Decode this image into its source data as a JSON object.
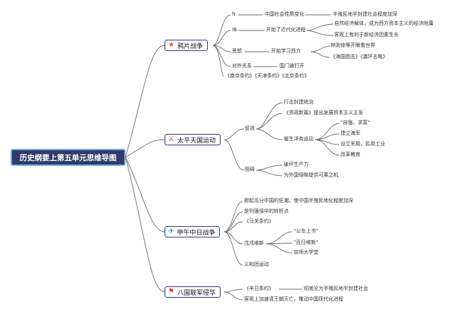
{
  "root": {
    "label": "历史纲要上第五单元思维导图"
  },
  "branches": [
    {
      "label": "鸦片战争",
      "icon": "star-icon",
      "icon_color": "#e8552f"
    },
    {
      "label": "太平天国运动",
      "icon": "crossed-swords-icon",
      "icon_color": "#c0392b"
    },
    {
      "label": "甲午中日战争",
      "icon": "paper-plane-icon",
      "icon_color": "#2e86c1"
    },
    {
      "label": "八国联军侵华",
      "icon": "flag-icon",
      "icon_color": "#e03b2e"
    }
  ],
  "opium": {
    "n1": "fr",
    "n1a": "中国社会性质变化",
    "n1b": "半殖民地半封建社会程度加深",
    "n2": "IB",
    "n2a": "开始了近代化进程",
    "n2b": "自然经济解体，成为西方资本主义的经济附庸",
    "n2c": "客观上有利于新经济因素生长",
    "n3": "思想",
    "n3a": "开始学习西方",
    "n3b": "林则徐等开眼看世界",
    "n3c": "《海国图志》《瀛环志略》",
    "n4": "对外关系",
    "n4a": "国门被打开",
    "n4b": "《南京条约》《天津条约》《北京条约》"
  },
  "taiping": {
    "n1": "促进",
    "n1a": "打击封建统治",
    "n1b": "《资政新篇》提出发展资本主义主张",
    "n1c": "催生洋务运动",
    "n1c1": "\"自强，求富\"",
    "n1c2": "建立海军",
    "n1c3": "设立军用，民用工业",
    "n1c4": "改革教育",
    "n2": "阻碍",
    "n2a": "破坏生产力",
    "n2b": "为外国侵略提供可乘之机"
  },
  "sino": {
    "n1": "掀起瓜分中国的狂潮，使中国半殖民地化程度加深",
    "n2": "是列强侵华的转折点",
    "n3": "《马关条约》",
    "n4": "戊戌维新",
    "n4a": "\"公车上书\"",
    "n4b": "\"百日维新\"",
    "n4c": "京师大学堂",
    "n5": "义和团运动"
  },
  "eight": {
    "n1": "《辛丑条约》",
    "n1a": "彻底沦为半殖民地半封建社会",
    "n2": "客观上加速清王朝灭亡，推动中国现代化进程"
  }
}
